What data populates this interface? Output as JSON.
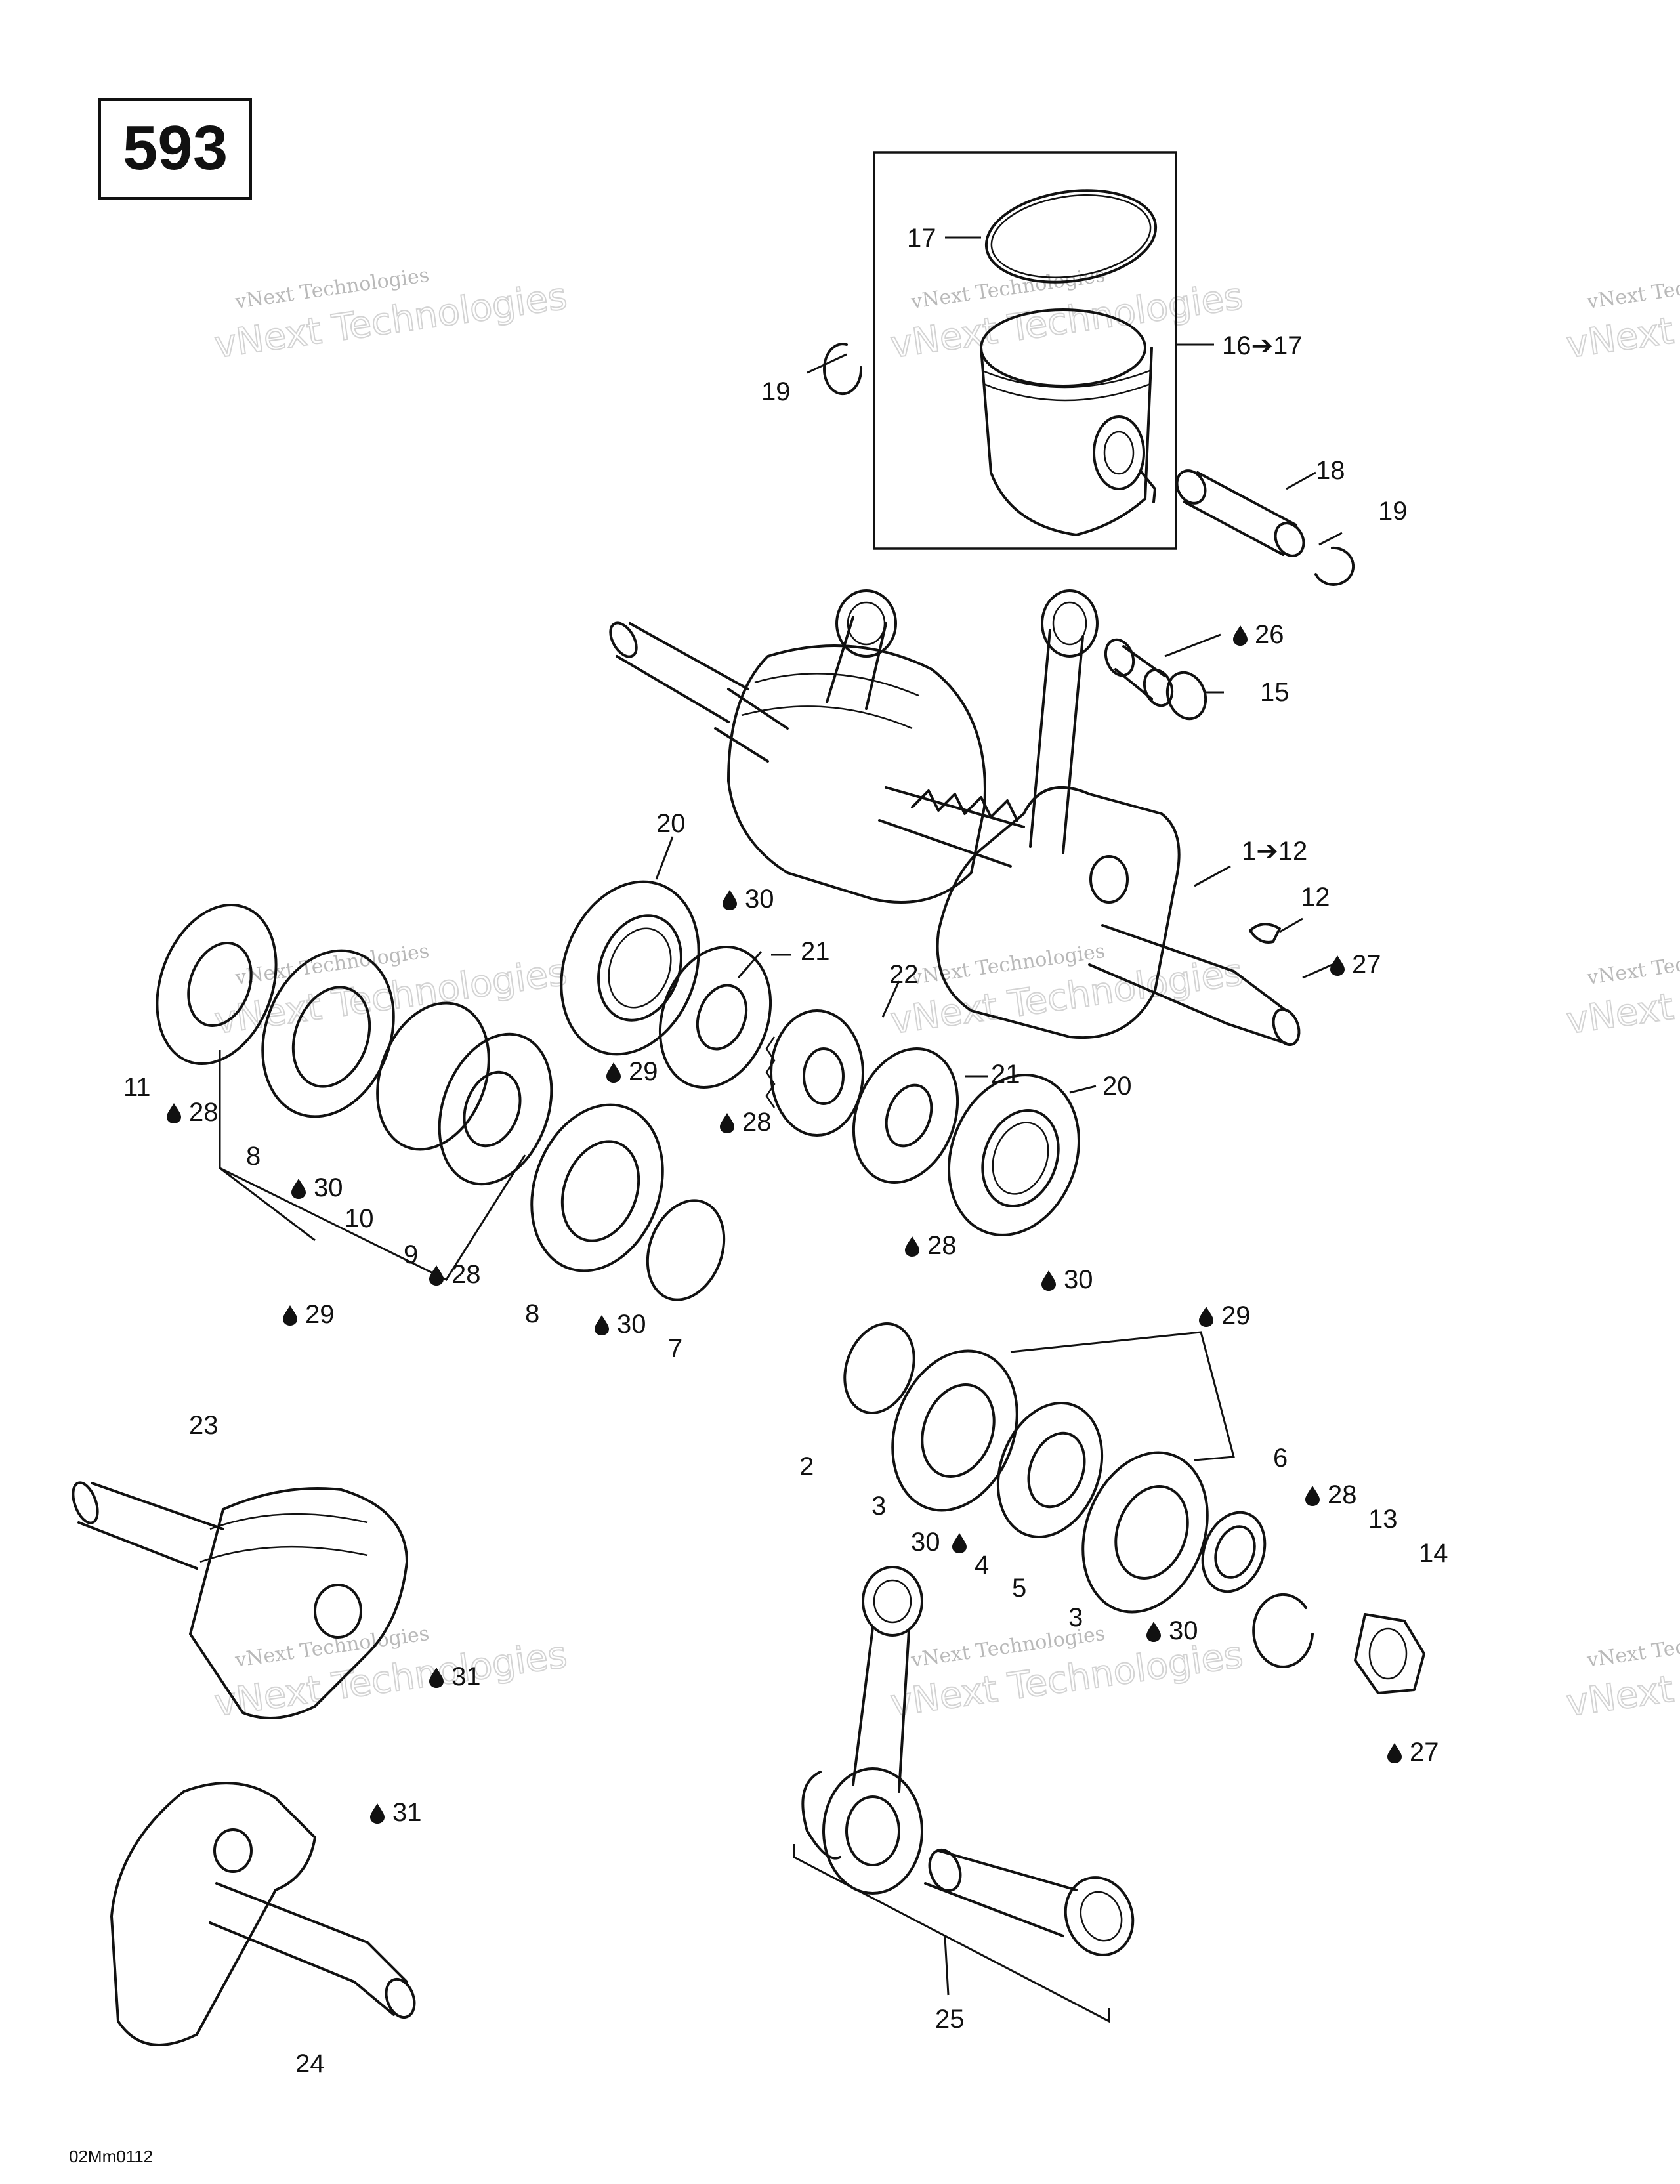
{
  "diagram_number": "593",
  "figure_code": "02Mm0112",
  "watermark": {
    "line1": "vNext Technologies",
    "line2": "vNext Technologies"
  },
  "parts": [
    {
      "label": "17"
    },
    {
      "label": "16➔17"
    },
    {
      "label": "19"
    },
    {
      "label": "18"
    },
    {
      "label": "19"
    },
    {
      "label": "26"
    },
    {
      "label": "15"
    },
    {
      "label": "20"
    },
    {
      "label": "30"
    },
    {
      "label": "1➔12"
    },
    {
      "label": "12"
    },
    {
      "label": "21"
    },
    {
      "label": "22"
    },
    {
      "label": "27"
    },
    {
      "label": "11"
    },
    {
      "label": "28"
    },
    {
      "label": "29"
    },
    {
      "label": "8"
    },
    {
      "label": "28"
    },
    {
      "label": "21"
    },
    {
      "label": "20"
    },
    {
      "label": "30"
    },
    {
      "label": "10"
    },
    {
      "label": "9"
    },
    {
      "label": "28"
    },
    {
      "label": "28"
    },
    {
      "label": "30"
    },
    {
      "label": "29"
    },
    {
      "label": "8"
    },
    {
      "label": "30"
    },
    {
      "label": "7"
    },
    {
      "label": "29"
    },
    {
      "label": "23"
    },
    {
      "label": "2"
    },
    {
      "label": "6"
    },
    {
      "label": "28"
    },
    {
      "label": "3"
    },
    {
      "label": "13"
    },
    {
      "label": "14"
    },
    {
      "label": "30"
    },
    {
      "label": "4"
    },
    {
      "label": "5"
    },
    {
      "label": "3"
    },
    {
      "label": "30"
    },
    {
      "label": "31"
    },
    {
      "label": "27"
    },
    {
      "label": "31"
    },
    {
      "label": "25"
    },
    {
      "label": "24"
    }
  ]
}
